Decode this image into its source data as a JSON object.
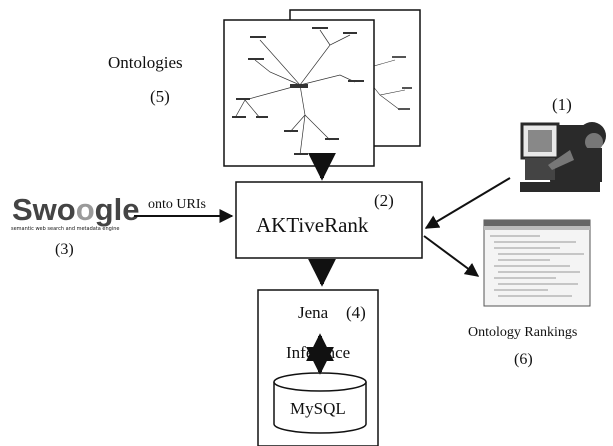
{
  "labels": {
    "ontologies": "Ontologies",
    "ontologies_num": "(5)",
    "user_num": "(1)",
    "swoogle_logo": "Swoogle",
    "swoogle_tagline": "semantic web search and metadata engine",
    "swoogle_num": "(3)",
    "onto_uris": "onto URIs",
    "aktiverank": "AKTiveRank",
    "aktiverank_num": "(2)",
    "jena": "Jena",
    "jena_num": "(4)",
    "inference": "Inference",
    "mysql": "MySQL",
    "rankings": "Ontology Rankings",
    "rankings_num": "(6)"
  },
  "colors": {
    "line": "#111111",
    "swoogle_dark": "#444444",
    "swoogle_light": "#9a9a9a",
    "paper": "#ffffff",
    "screen_fill": "#e9e9e9",
    "person_dark": "#2a2a2a",
    "person_mid": "#777777"
  },
  "icons": [
    "user-at-computer-icon",
    "ontology-graph-image",
    "rankings-screenshot-image",
    "database-cylinder-icon"
  ]
}
